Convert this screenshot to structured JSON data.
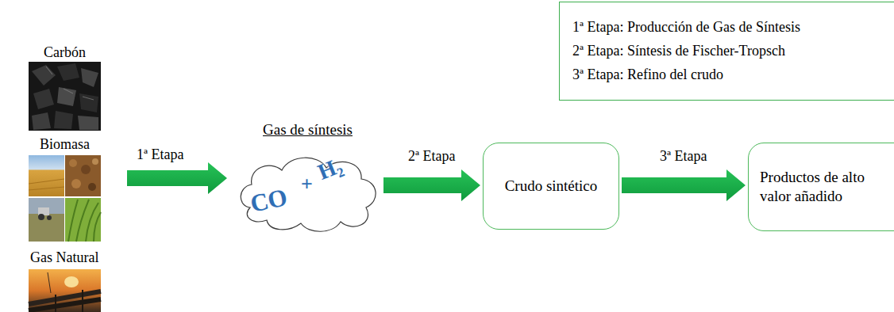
{
  "diagram": {
    "nodes": [
      {
        "text": [
          "1ª Etapa: Producción de Gas de Síntesis",
          "2ª Etapa: Síntesis de Fischer-Tropsch",
          "3ª Etapa: Refino del crudo"
        ]
      },
      {
        "text": [
          "Gas de síntesis",
          "CO",
          "+",
          "H₂"
        ]
      },
      {
        "text": [
          "Crudo sintético"
        ]
      },
      {
        "text": [
          "Productos de alto valor añadido"
        ]
      }
    ],
    "edges": [
      {
        "from": 1,
        "to": 2,
        "arrow": "to",
        "label": "2ª Etapa"
      },
      {
        "from": 2,
        "to": 3,
        "arrow": "to",
        "label": "3ª Etapa"
      }
    ],
    "labels": [
      "Carbón",
      "Biomasa",
      "Gas Natural",
      "1ª Etapa"
    ]
  }
}
